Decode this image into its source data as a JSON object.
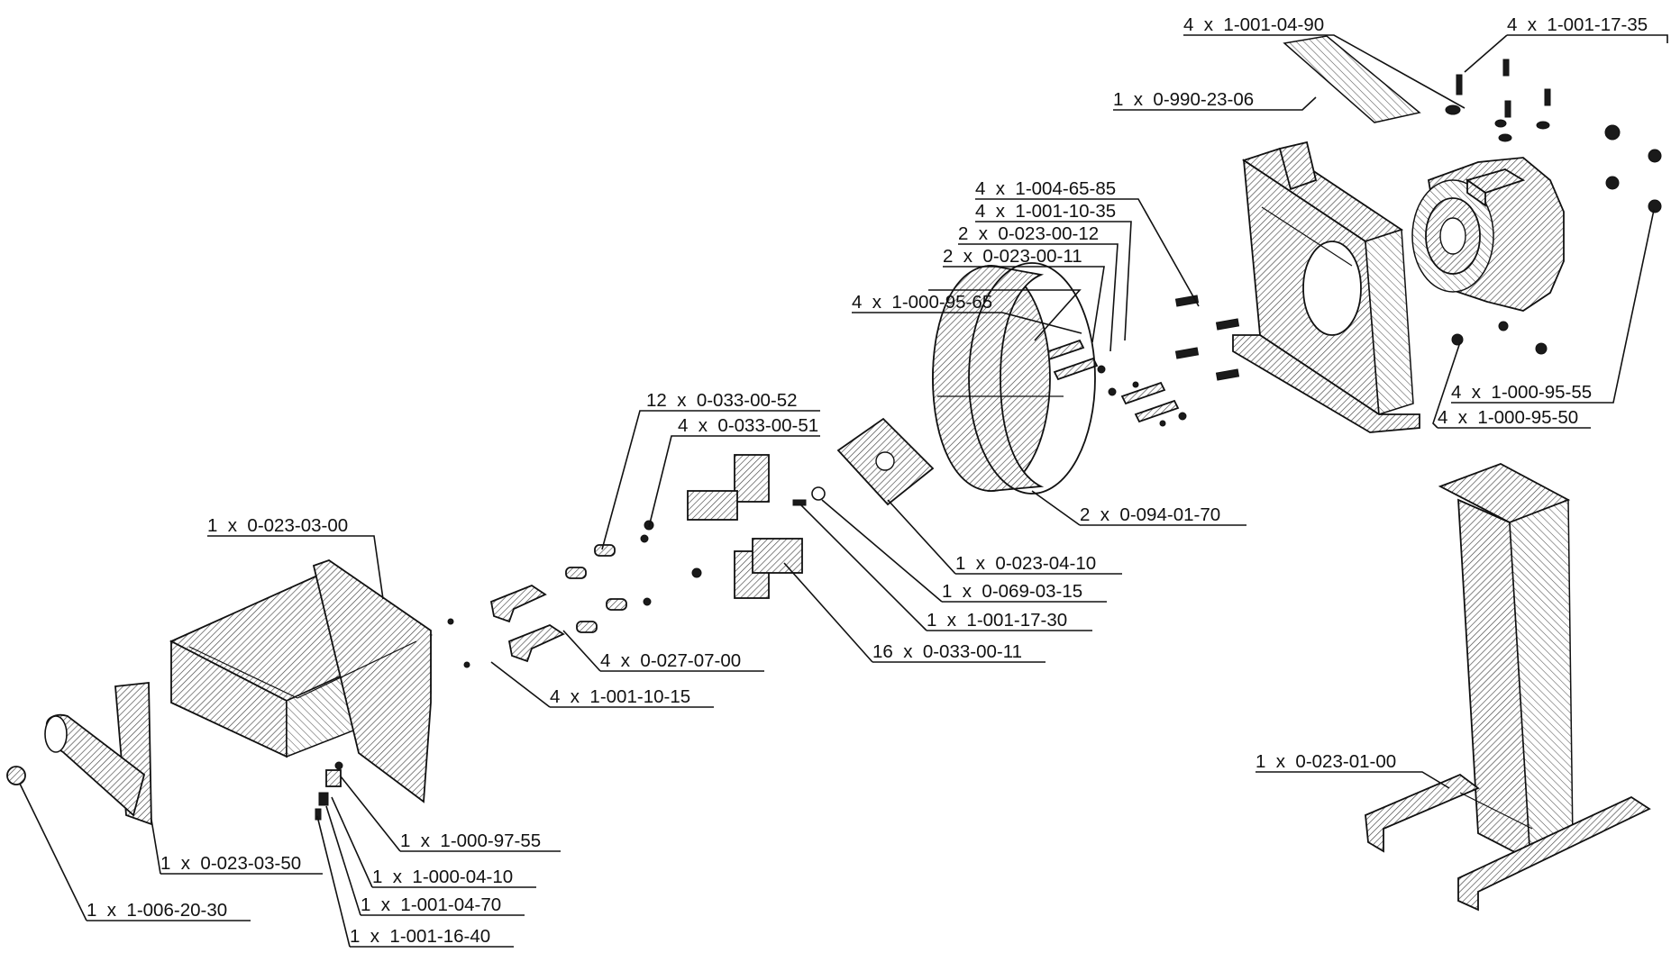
{
  "callouts": [
    {
      "id": "c1",
      "text": "4  x  1-001-04-90"
    },
    {
      "id": "c2",
      "text": "4  x  1-001-17-35"
    },
    {
      "id": "c3",
      "text": "1  x  0-990-23-06"
    },
    {
      "id": "c4",
      "text": "4  x  1-004-65-85"
    },
    {
      "id": "c5",
      "text": "4  x  1-001-10-35"
    },
    {
      "id": "c6",
      "text": "2  x  0-023-00-12"
    },
    {
      "id": "c7",
      "text": "2  x  0-023-00-11"
    },
    {
      "id": "c8",
      "text": "4  x  1-000-95-65"
    },
    {
      "id": "c9",
      "text": "4  x  1-000-95-55"
    },
    {
      "id": "c10",
      "text": "4  x  1-000-95-50"
    },
    {
      "id": "c11",
      "text": "12  x  0-033-00-52"
    },
    {
      "id": "c12",
      "text": "4  x  0-033-00-51"
    },
    {
      "id": "c13",
      "text": "1  x  0-023-03-00"
    },
    {
      "id": "c14",
      "text": "2  x  0-094-01-70"
    },
    {
      "id": "c15",
      "text": "1  x  0-023-04-10"
    },
    {
      "id": "c16",
      "text": "1  x  0-069-03-15"
    },
    {
      "id": "c17",
      "text": "1  x  1-001-17-30"
    },
    {
      "id": "c18",
      "text": "16  x  0-033-00-11"
    },
    {
      "id": "c19",
      "text": "4  x  0-027-07-00"
    },
    {
      "id": "c20",
      "text": "4  x  1-001-10-15"
    },
    {
      "id": "c21",
      "text": "1  x  0-023-01-00"
    },
    {
      "id": "c22",
      "text": "1  x  1-000-97-55"
    },
    {
      "id": "c23",
      "text": "1  x  0-023-03-50"
    },
    {
      "id": "c24",
      "text": "1  x  1-000-04-10"
    },
    {
      "id": "c25",
      "text": "1  x  1-001-04-70"
    },
    {
      "id": "c26",
      "text": "1  x  1-006-20-30"
    },
    {
      "id": "c27",
      "text": "1  x  1-001-16-40"
    }
  ]
}
